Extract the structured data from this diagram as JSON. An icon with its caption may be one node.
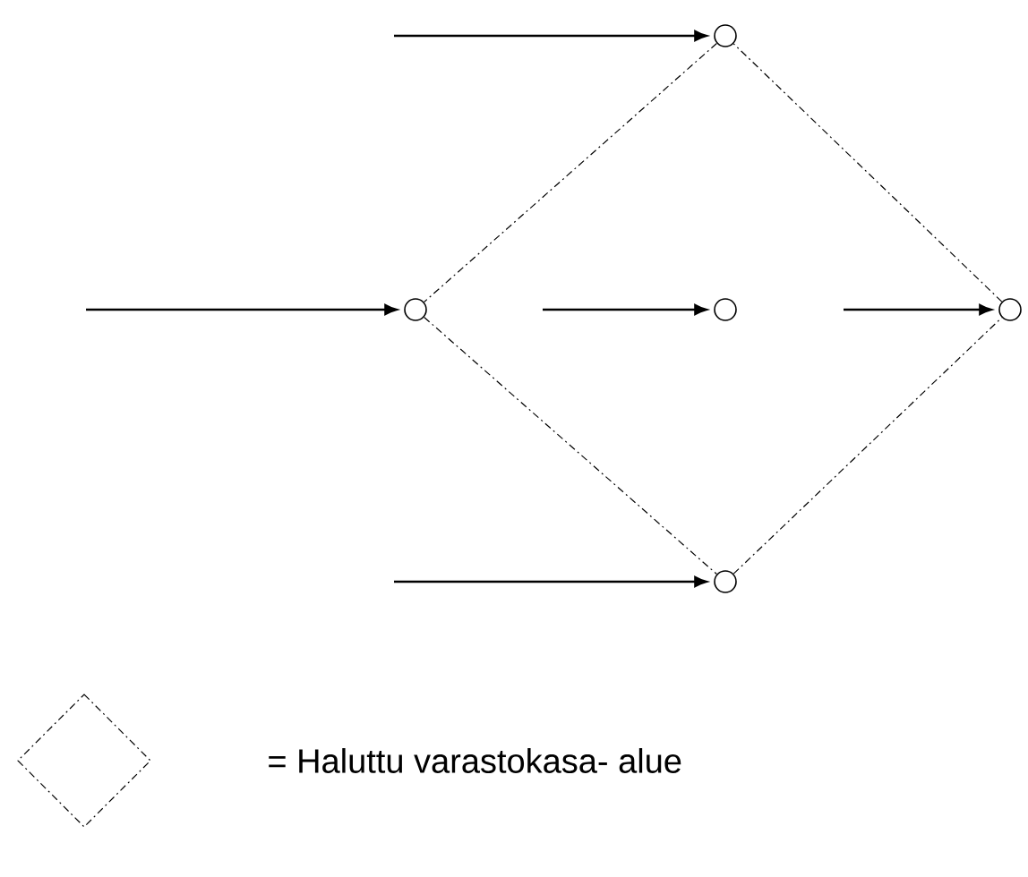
{
  "diagram": {
    "nodes": [
      {
        "text": [],
        "shape": "circle"
      },
      {
        "text": [],
        "shape": "circle"
      },
      {
        "text": [],
        "shape": "circle"
      },
      {
        "text": [],
        "shape": "circle"
      },
      {
        "text": [],
        "shape": "circle"
      }
    ],
    "edges": [
      {
        "from": null,
        "to": 0,
        "arrow": "to"
      },
      {
        "from": null,
        "to": 1,
        "arrow": "to"
      },
      {
        "from": null,
        "to": 2,
        "arrow": "to"
      },
      {
        "from": null,
        "to": 3,
        "arrow": "to"
      },
      {
        "from": null,
        "to": 4,
        "arrow": "to"
      },
      {
        "from": 0,
        "to": 1,
        "arrow": "none",
        "style": "dashed"
      },
      {
        "from": 1,
        "to": 4,
        "arrow": "none",
        "style": "dashed"
      },
      {
        "from": 4,
        "to": 3,
        "arrow": "none",
        "style": "dashed"
      },
      {
        "from": 3,
        "to": 0,
        "arrow": "none",
        "style": "dashed"
      }
    ],
    "legend": [
      {
        "text": "= Haluttu varastokasa- alue"
      }
    ]
  }
}
